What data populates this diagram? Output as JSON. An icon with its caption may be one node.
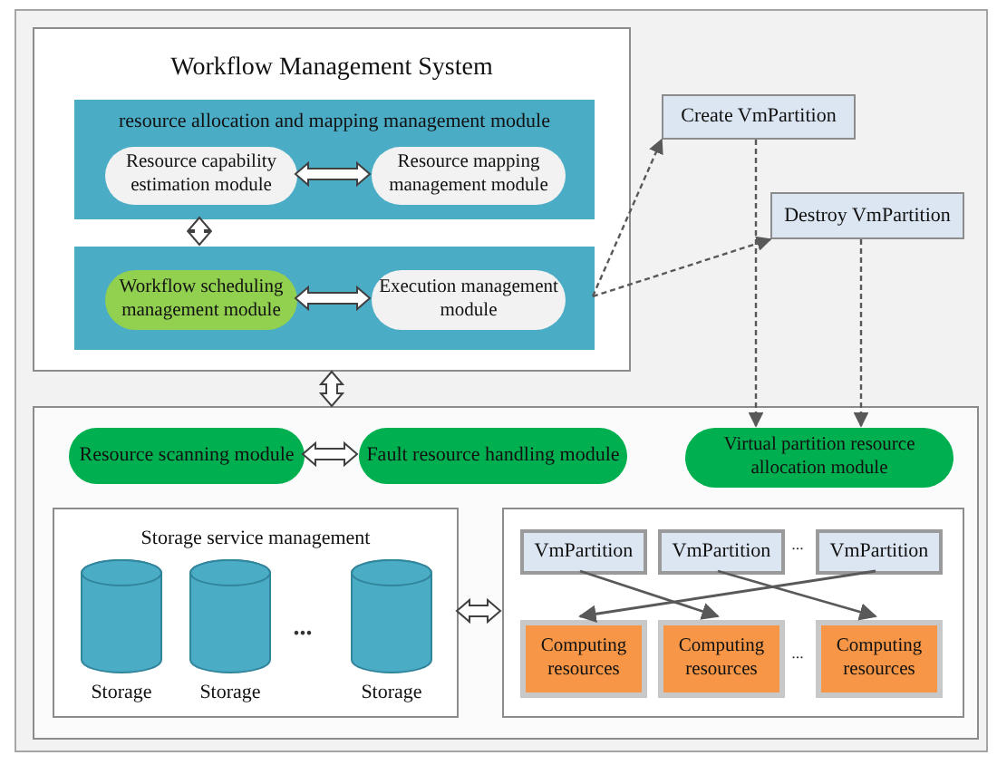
{
  "diagram": {
    "nodes": [
      {
        "text": [
          "Workflow Management System"
        ]
      },
      {
        "text": [
          "resource allocation and mapping management module"
        ],
        "in": 0
      },
      {
        "text": [
          "Resource capability estimation module"
        ],
        "in": 1
      },
      {
        "text": [
          "Resource mapping management module"
        ],
        "in": 1
      },
      {
        "text": [],
        "shape": "box",
        "in": 0
      },
      {
        "text": [
          "Workflow scheduling management module"
        ],
        "in": 4
      },
      {
        "text": [
          "Execution management module"
        ],
        "in": 4
      },
      {
        "text": [
          "Create VmPartition"
        ]
      },
      {
        "text": [
          "Destroy VmPartition"
        ]
      },
      {
        "text": [],
        "shape": "box"
      },
      {
        "text": [
          "Resource scanning module"
        ],
        "in": 9
      },
      {
        "text": [
          "Fault resource handling module"
        ],
        "in": 9
      },
      {
        "text": [
          "Virtual partition resource allocation module"
        ],
        "in": 9
      },
      {
        "text": [
          "Storage service management"
        ],
        "in": 9
      },
      {
        "text": [],
        "shape": "cylinder",
        "in": 13,
        "beside": [
          "Storage"
        ]
      },
      {
        "text": [],
        "shape": "cylinder",
        "in": 13,
        "beside": [
          "Storage"
        ]
      },
      {
        "text": [],
        "shape": "cylinder",
        "in": 13,
        "beside": [
          "Storage"
        ]
      },
      {
        "text": [],
        "shape": "box",
        "in": 9
      },
      {
        "text": [
          "VmPartition"
        ],
        "in": 17
      },
      {
        "text": [
          "VmPartition"
        ],
        "in": 17
      },
      {
        "text": [
          "VmPartition"
        ],
        "in": 17
      },
      {
        "text": [
          "Computing resources"
        ],
        "in": 17
      },
      {
        "text": [
          "Computing resources"
        ],
        "in": 17
      },
      {
        "text": [
          "Computing resources"
        ],
        "in": 17
      }
    ],
    "edges": [
      {
        "from": 2,
        "to": 3,
        "arrow": "both",
        "style": "thick"
      },
      {
        "from": 1,
        "to": 4,
        "arrow": "both",
        "style": "thick"
      },
      {
        "from": 5,
        "to": 6,
        "arrow": "both",
        "style": "thick"
      },
      {
        "from": 0,
        "to": 9,
        "arrow": "both",
        "style": "thick"
      },
      {
        "from": 4,
        "to": 7,
        "arrow": "to",
        "style": "dashed"
      },
      {
        "from": 4,
        "to": 8,
        "arrow": "to",
        "style": "dashed"
      },
      {
        "from": 7,
        "to": 12,
        "arrow": "to",
        "style": "dashed"
      },
      {
        "from": 8,
        "to": 12,
        "arrow": "to",
        "style": "dashed"
      },
      {
        "from": 10,
        "to": 11,
        "arrow": "both",
        "style": "thick"
      },
      {
        "from": 13,
        "to": 17,
        "arrow": "both",
        "style": "thick"
      },
      {
        "from": 18,
        "to": 22,
        "arrow": "to"
      },
      {
        "from": 19,
        "to": 23,
        "arrow": "to"
      },
      {
        "from": 20,
        "to": 21,
        "arrow": "to"
      }
    ],
    "labels": [
      "...",
      "...",
      "..."
    ]
  }
}
